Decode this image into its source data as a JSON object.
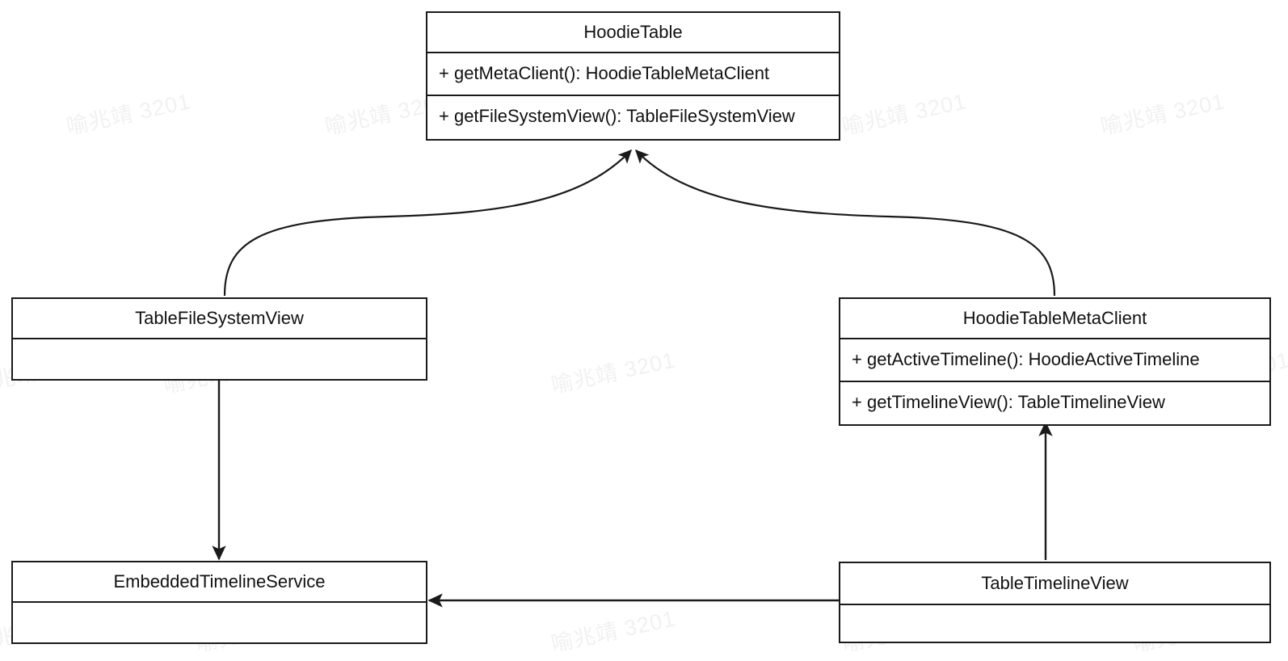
{
  "diagram": {
    "kind": "uml-class-diagram",
    "background_color": "#ffffff",
    "line_color": "#1a1a1a",
    "text_color": "#111111",
    "watermark": {
      "text": "喻兆靖 3201",
      "color": "#f1f1f1"
    },
    "classes": [
      {
        "id": "hoodie-table",
        "name": "HoodieTable",
        "members": [
          "+ getMetaClient(): HoodieTableMetaClient",
          "+ getFileSystemView(): TableFileSystemView"
        ]
      },
      {
        "id": "table-file-system-view",
        "name": "TableFileSystemView",
        "members": []
      },
      {
        "id": "hoodie-table-meta-client",
        "name": "HoodieTableMetaClient",
        "members": [
          "+ getActiveTimeline(): HoodieActiveTimeline",
          "+ getTimelineView(): TableTimelineView"
        ]
      },
      {
        "id": "embedded-timeline-service",
        "name": "EmbeddedTimelineService",
        "members": []
      },
      {
        "id": "table-timeline-view",
        "name": "TableTimelineView",
        "members": []
      }
    ],
    "relations": [
      {
        "id": "rel-tfsv-to-hoodietable",
        "from": "table-file-system-view",
        "to": "hoodie-table",
        "style": "curved",
        "arrow": "solid-filled"
      },
      {
        "id": "rel-htmc-to-hoodietable",
        "from": "hoodie-table-meta-client",
        "to": "hoodie-table",
        "style": "curved",
        "arrow": "solid-filled"
      },
      {
        "id": "rel-tfsv-to-ets",
        "from": "table-file-system-view",
        "to": "embedded-timeline-service",
        "style": "straight-vertical",
        "arrow": "solid-filled"
      },
      {
        "id": "rel-ttv-to-htmc",
        "from": "table-timeline-view",
        "to": "hoodie-table-meta-client",
        "style": "straight-vertical",
        "arrow": "solid-filled"
      },
      {
        "id": "rel-ttv-to-ets",
        "from": "table-timeline-view",
        "to": "embedded-timeline-service",
        "style": "straight-horizontal",
        "arrow": "solid-filled"
      }
    ]
  }
}
